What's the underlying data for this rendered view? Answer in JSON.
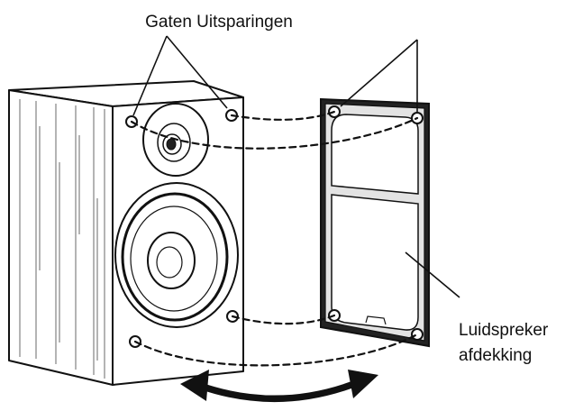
{
  "labels": {
    "holes_recesses": "Gaten Uitsparingen",
    "cover_line1": "Luidspreker",
    "cover_line2": "afdekking"
  },
  "colors": {
    "ink": "#111111",
    "background": "#ffffff",
    "grille_frame": "#d8d8d8"
  }
}
